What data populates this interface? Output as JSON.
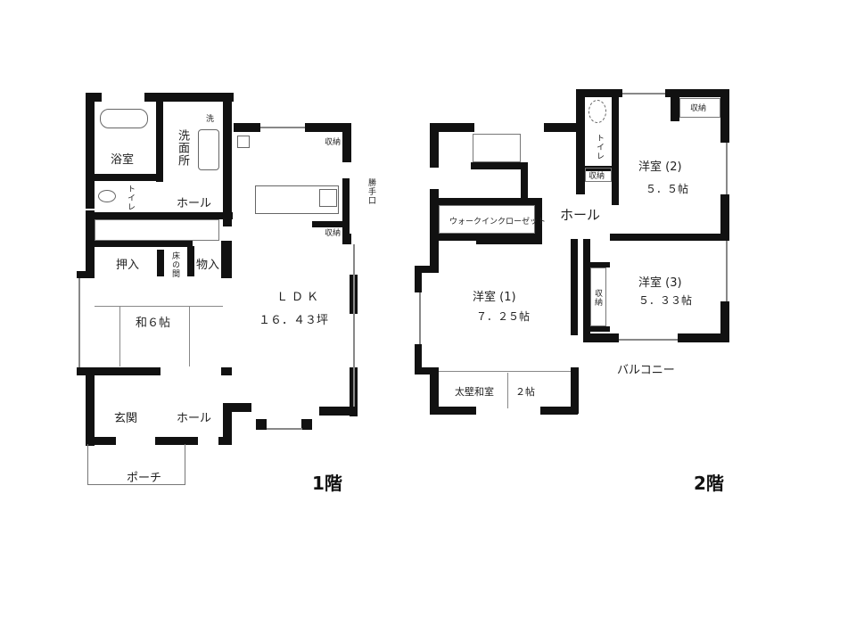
{
  "floor1": {
    "title": "1階",
    "rooms": {
      "bath": "浴室",
      "washroom": "洗面所",
      "toilet": "トイレ",
      "hall_upper": "ホール",
      "closet_oshiire": "押入",
      "tokonoma": "床の間",
      "storage_monoire": "物入",
      "washitsu": "和６帖",
      "entrance": "玄関",
      "hall_lower": "ホール",
      "porch": "ポーチ",
      "ldk": "ＬＤＫ",
      "ldk_size": "１６．４３坪",
      "storage_kitchen_top": "収納",
      "storage_kitchen_bottom": "収納",
      "back_door": "勝手口",
      "washer": "洗"
    }
  },
  "floor2": {
    "title": "2階",
    "rooms": {
      "toilet": "トイレ",
      "storage_small": "収納",
      "walk_in_closet": "ウォークインクローゼット",
      "hall": "ホール",
      "room1": "洋室 (1)",
      "room1_size": "７．２５帖",
      "room2": "洋室 (2)",
      "room2_size": "５．５帖",
      "room2_storage": "収納",
      "room3": "洋室 (3)",
      "room3_size": "５．３３帖",
      "room3_storage": "収納",
      "taikabe_washitsu": "太壁和室",
      "taikabe_size": "２帖",
      "balcony": "バルコニー"
    }
  },
  "colors": {
    "wall": "#111111",
    "background": "#ffffff",
    "line": "#888888"
  }
}
